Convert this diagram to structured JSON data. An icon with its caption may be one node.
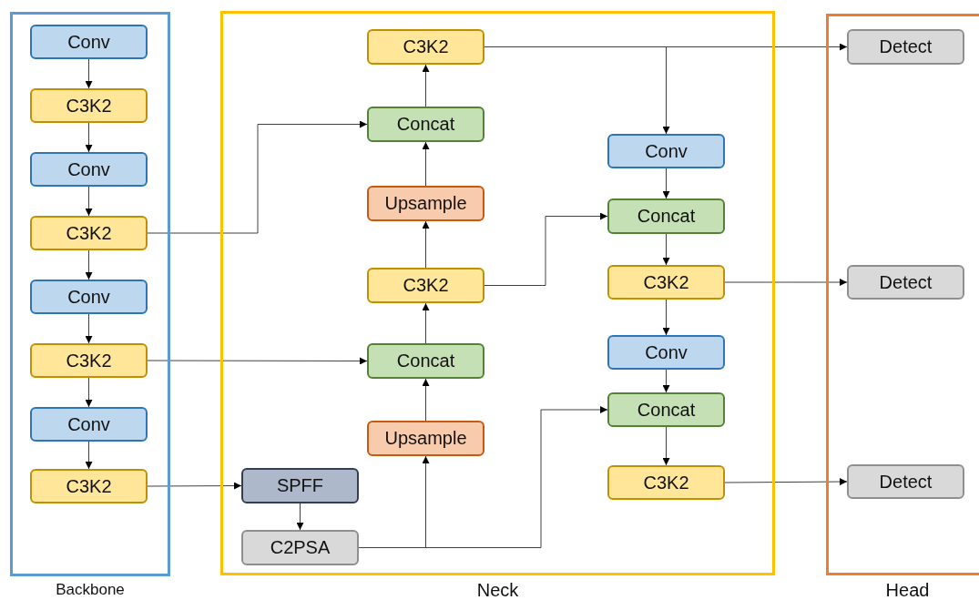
{
  "diagram": {
    "nodes": [
      {
        "text": [
          "Backbone"
        ]
      },
      {
        "text": [
          "Conv"
        ],
        "in": 0
      },
      {
        "text": [
          "C3K2"
        ],
        "in": 0
      },
      {
        "text": [
          "Conv"
        ],
        "in": 0
      },
      {
        "text": [
          "C3K2"
        ],
        "in": 0
      },
      {
        "text": [
          "Conv"
        ],
        "in": 0
      },
      {
        "text": [
          "C3K2"
        ],
        "in": 0
      },
      {
        "text": [
          "Conv"
        ],
        "in": 0
      },
      {
        "text": [
          "C3K2"
        ],
        "in": 0
      },
      {
        "text": [
          "Neck"
        ]
      },
      {
        "text": [
          "C3K2"
        ],
        "in": 9
      },
      {
        "text": [
          "Concat"
        ],
        "in": 9
      },
      {
        "text": [
          "Upsample"
        ],
        "in": 9
      },
      {
        "text": [
          "C3K2"
        ],
        "in": 9
      },
      {
        "text": [
          "Concat"
        ],
        "in": 9
      },
      {
        "text": [
          "Upsample"
        ],
        "in": 9
      },
      {
        "text": [
          "SPFF"
        ],
        "in": 9
      },
      {
        "text": [
          "C2PSA"
        ],
        "in": 9
      },
      {
        "text": [
          "Conv"
        ],
        "in": 9
      },
      {
        "text": [
          "Concat"
        ],
        "in": 9
      },
      {
        "text": [
          "C3K2"
        ],
        "in": 9
      },
      {
        "text": [
          "Conv"
        ],
        "in": 9
      },
      {
        "text": [
          "Concat"
        ],
        "in": 9
      },
      {
        "text": [
          "C3K2"
        ],
        "in": 9
      },
      {
        "text": [
          "Head"
        ]
      },
      {
        "text": [
          "Detect"
        ],
        "in": 24
      },
      {
        "text": [
          "Detect"
        ],
        "in": 24
      },
      {
        "text": [
          "Detect"
        ],
        "in": 24
      }
    ],
    "edges": [
      {
        "from": 1,
        "to": 2,
        "arrow": "to"
      },
      {
        "from": 2,
        "to": 3,
        "arrow": "to"
      },
      {
        "from": 3,
        "to": 4,
        "arrow": "to"
      },
      {
        "from": 4,
        "to": 5,
        "arrow": "to"
      },
      {
        "from": 5,
        "to": 6,
        "arrow": "to"
      },
      {
        "from": 6,
        "to": 7,
        "arrow": "to"
      },
      {
        "from": 7,
        "to": 8,
        "arrow": "to"
      },
      {
        "from": 4,
        "to": 11,
        "arrow": "to"
      },
      {
        "from": 6,
        "to": 14,
        "arrow": "to"
      },
      {
        "from": 8,
        "to": 16,
        "arrow": "to"
      },
      {
        "from": 16,
        "to": 17,
        "arrow": "to"
      },
      {
        "from": 17,
        "to": 15,
        "arrow": "to"
      },
      {
        "from": 17,
        "to": 22,
        "arrow": "to"
      },
      {
        "from": 15,
        "to": 14,
        "arrow": "to"
      },
      {
        "from": 14,
        "to": 13,
        "arrow": "to"
      },
      {
        "from": 13,
        "to": 12,
        "arrow": "to"
      },
      {
        "from": 12,
        "to": 11,
        "arrow": "to"
      },
      {
        "from": 11,
        "to": 10,
        "arrow": "to"
      },
      {
        "from": 13,
        "to": 19,
        "arrow": "to"
      },
      {
        "from": 10,
        "to": 25,
        "arrow": "to"
      },
      {
        "from": 10,
        "to": 18,
        "arrow": "to"
      },
      {
        "from": 18,
        "to": 19,
        "arrow": "to"
      },
      {
        "from": 19,
        "to": 20,
        "arrow": "to"
      },
      {
        "from": 20,
        "to": 26,
        "arrow": "to"
      },
      {
        "from": 20,
        "to": 21,
        "arrow": "to"
      },
      {
        "from": 21,
        "to": 22,
        "arrow": "to"
      },
      {
        "from": 22,
        "to": 23,
        "arrow": "to"
      },
      {
        "from": 23,
        "to": 27,
        "arrow": "to"
      }
    ]
  }
}
